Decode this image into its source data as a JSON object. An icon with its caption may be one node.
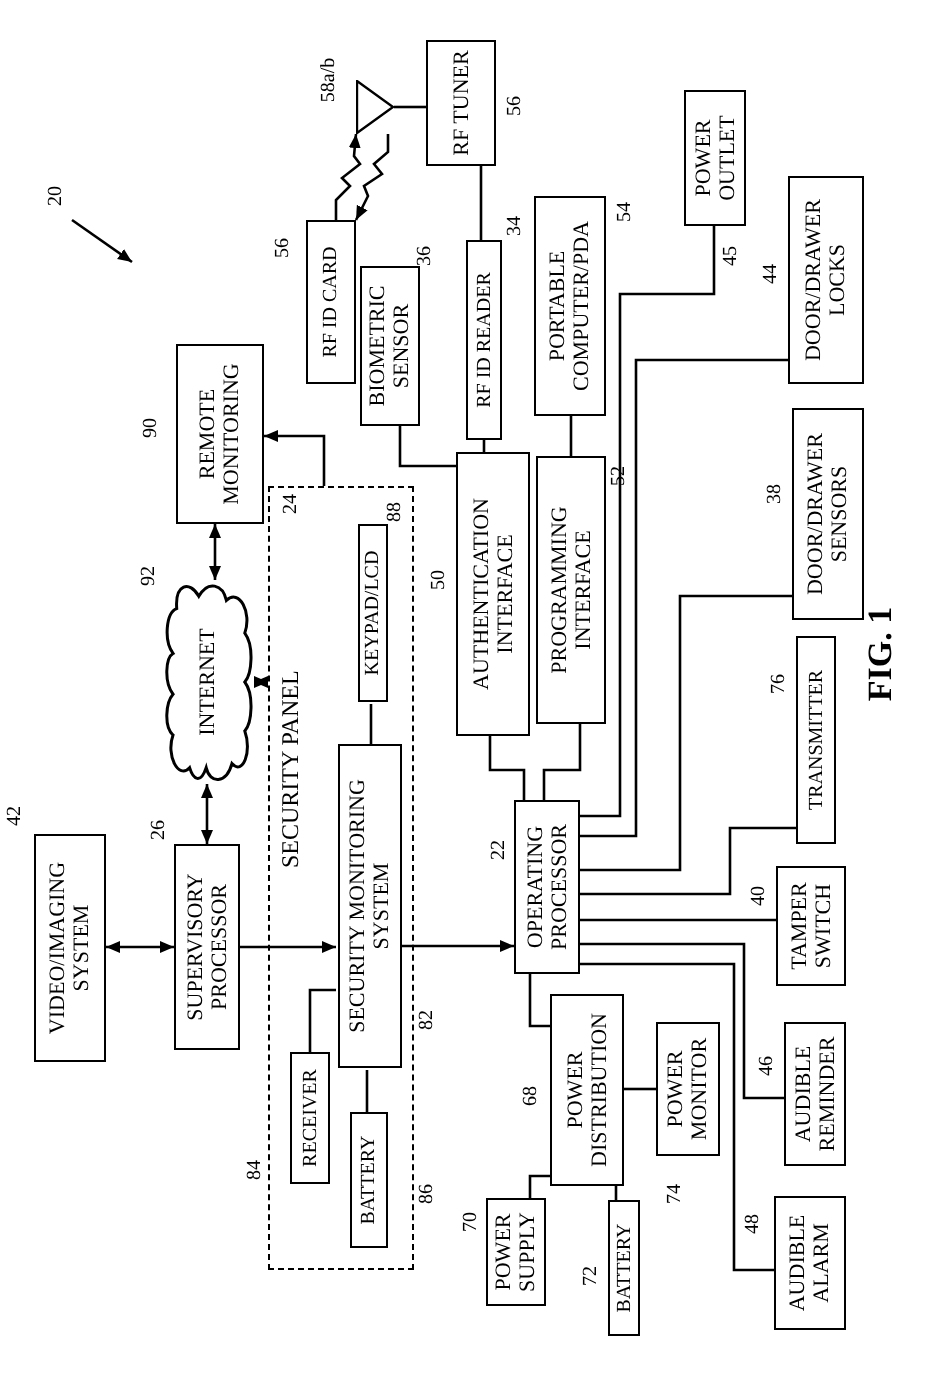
{
  "diagram": {
    "nodes": [
      {
        "text": [
          "VIDEO/IMAGING SYSTEM"
        ],
        "beside": [
          "42"
        ]
      },
      {
        "text": [
          "SUPERVISORY PROCESSOR"
        ],
        "beside": [
          "26"
        ]
      },
      {
        "text": [
          "INTERNET"
        ],
        "beside": [
          "92"
        ]
      },
      {
        "text": [
          "REMOTE MONITORING"
        ],
        "beside": [
          "90"
        ]
      },
      {
        "text": [
          "SECURITY PANEL"
        ],
        "beside": [
          "24"
        ]
      },
      {
        "text": [
          "KEYPAD/LCD"
        ],
        "in": 4,
        "beside": [
          "88"
        ]
      },
      {
        "text": [
          "SECURITY MONITORING SYSTEM"
        ],
        "in": 4,
        "beside": [
          "82"
        ]
      },
      {
        "text": [
          "RECEIVER"
        ],
        "in": 4,
        "beside": [
          "84"
        ]
      },
      {
        "text": [
          "BATTERY"
        ],
        "in": 4,
        "beside": [
          "86"
        ]
      },
      {
        "text": [
          "RF ID CARD"
        ],
        "beside": [
          "56"
        ]
      },
      {
        "text": [],
        "shape": "triangle",
        "beside": [
          "58a/b"
        ]
      },
      {
        "text": [
          "RF TUNER"
        ],
        "beside": [
          "56"
        ]
      },
      {
        "text": [
          "BIOMETRIC SENSOR"
        ],
        "beside": [
          "36"
        ]
      },
      {
        "text": [
          "RF ID READER"
        ],
        "beside": [
          "34"
        ]
      },
      {
        "text": [
          "AUTHENTICATION INTERFACE"
        ],
        "beside": [
          "50"
        ]
      },
      {
        "text": [
          "PORTABLE COMPUTER/PDA"
        ],
        "beside": [
          "54"
        ]
      },
      {
        "text": [
          "PROGRAMMING INTERFACE"
        ],
        "beside": [
          "52"
        ]
      },
      {
        "text": [
          "POWER OUTLET"
        ],
        "beside": [
          "45"
        ]
      },
      {
        "text": [
          "DOOR/DRAWER LOCKS"
        ],
        "beside": [
          "44"
        ]
      },
      {
        "text": [
          "DOOR/DRAWER SENSORS"
        ],
        "beside": [
          "38"
        ]
      },
      {
        "text": [
          "TRANSMITTER"
        ],
        "beside": [
          "76"
        ]
      },
      {
        "text": [
          "OPERATING PROCESSOR"
        ],
        "beside": [
          "22"
        ]
      },
      {
        "text": [
          "TAMPER SWITCH"
        ],
        "beside": [
          "40"
        ]
      },
      {
        "text": [
          "POWER DISTRIBUTION"
        ],
        "beside": [
          "68"
        ]
      },
      {
        "text": [
          "POWER MONITOR"
        ],
        "beside": [
          "74"
        ]
      },
      {
        "text": [
          "AUDIBLE REMINDER"
        ],
        "beside": [
          "46"
        ]
      },
      {
        "text": [
          "POWER SUPPLY"
        ],
        "beside": [
          "70"
        ]
      },
      {
        "text": [
          "BATTERY"
        ],
        "beside": [
          "72"
        ]
      },
      {
        "text": [
          "AUDIBLE ALARM"
        ],
        "beside": [
          "48"
        ]
      }
    ],
    "edges": [
      {
        "from": 0,
        "to": 1,
        "arrow": "both"
      },
      {
        "from": 1,
        "to": 2,
        "arrow": "both"
      },
      {
        "from": 2,
        "to": 3,
        "arrow": "both"
      },
      {
        "from": 2,
        "to": 4,
        "arrow": "both"
      },
      {
        "from": 4,
        "to": 3,
        "arrow": "to"
      },
      {
        "from": 1,
        "to": 6,
        "arrow": "to"
      },
      {
        "from": 6,
        "to": 21,
        "arrow": "to"
      },
      {
        "from": 5,
        "to": 6,
        "arrow": "none"
      },
      {
        "from": 7,
        "to": 6,
        "arrow": "none"
      },
      {
        "from": 8,
        "to": 6,
        "arrow": "none"
      },
      {
        "from": 9,
        "to": 10,
        "arrow": "to"
      },
      {
        "from": 10,
        "to": 9,
        "arrow": "to"
      },
      {
        "from": 10,
        "to": 11,
        "arrow": "none"
      },
      {
        "from": 11,
        "to": 13,
        "arrow": "none"
      },
      {
        "from": 12,
        "to": 14,
        "arrow": "none"
      },
      {
        "from": 13,
        "to": 14,
        "arrow": "none"
      },
      {
        "from": 15,
        "to": 16,
        "arrow": "none"
      },
      {
        "from": 14,
        "to": 21,
        "arrow": "none"
      },
      {
        "from": 16,
        "to": 21,
        "arrow": "none"
      },
      {
        "from": 21,
        "to": 17,
        "arrow": "none"
      },
      {
        "from": 21,
        "to": 18,
        "arrow": "none"
      },
      {
        "from": 21,
        "to": 19,
        "arrow": "none"
      },
      {
        "from": 21,
        "to": 20,
        "arrow": "none"
      },
      {
        "from": 21,
        "to": 22,
        "arrow": "none"
      },
      {
        "from": 21,
        "to": 25,
        "arrow": "none"
      },
      {
        "from": 21,
        "to": 28,
        "arrow": "none"
      },
      {
        "from": 21,
        "to": 23,
        "arrow": "none"
      },
      {
        "from": 23,
        "to": 24,
        "arrow": "none"
      },
      {
        "from": 23,
        "to": 26,
        "arrow": "none"
      },
      {
        "from": 23,
        "to": 27,
        "arrow": "none"
      }
    ],
    "labels": [
      "20",
      "FIG. 1"
    ]
  }
}
